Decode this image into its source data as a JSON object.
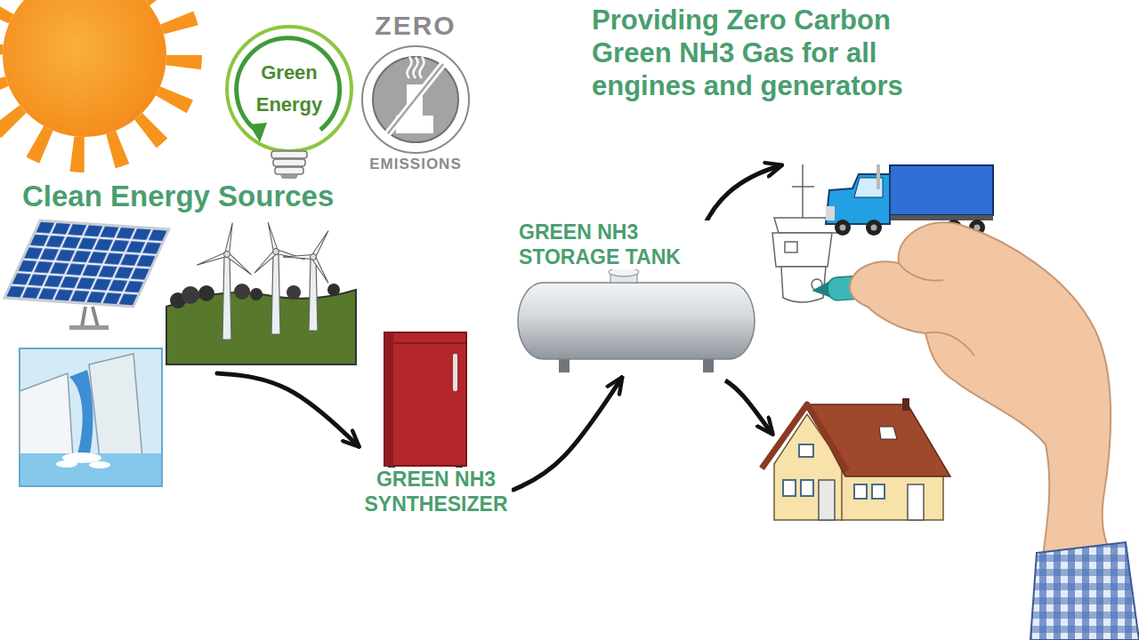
{
  "diagram": {
    "title": "Providing Zero Carbon Green NH3 Gas for all engines and generators",
    "nodes": [
      {
        "text": [
          "Clean Energy Sources"
        ]
      },
      {
        "text": [
          "GREEN NH3 SYNTHESIZER"
        ]
      },
      {
        "text": [
          "GREEN NH3 STORAGE TANK"
        ]
      }
    ],
    "edges": [
      {
        "from": 0,
        "to": 1,
        "arrow": "to"
      },
      {
        "from": 1,
        "to": 2,
        "arrow": "to"
      }
    ],
    "labels": [
      "Green Energy",
      "ZERO",
      "EMISSIONS"
    ]
  }
}
